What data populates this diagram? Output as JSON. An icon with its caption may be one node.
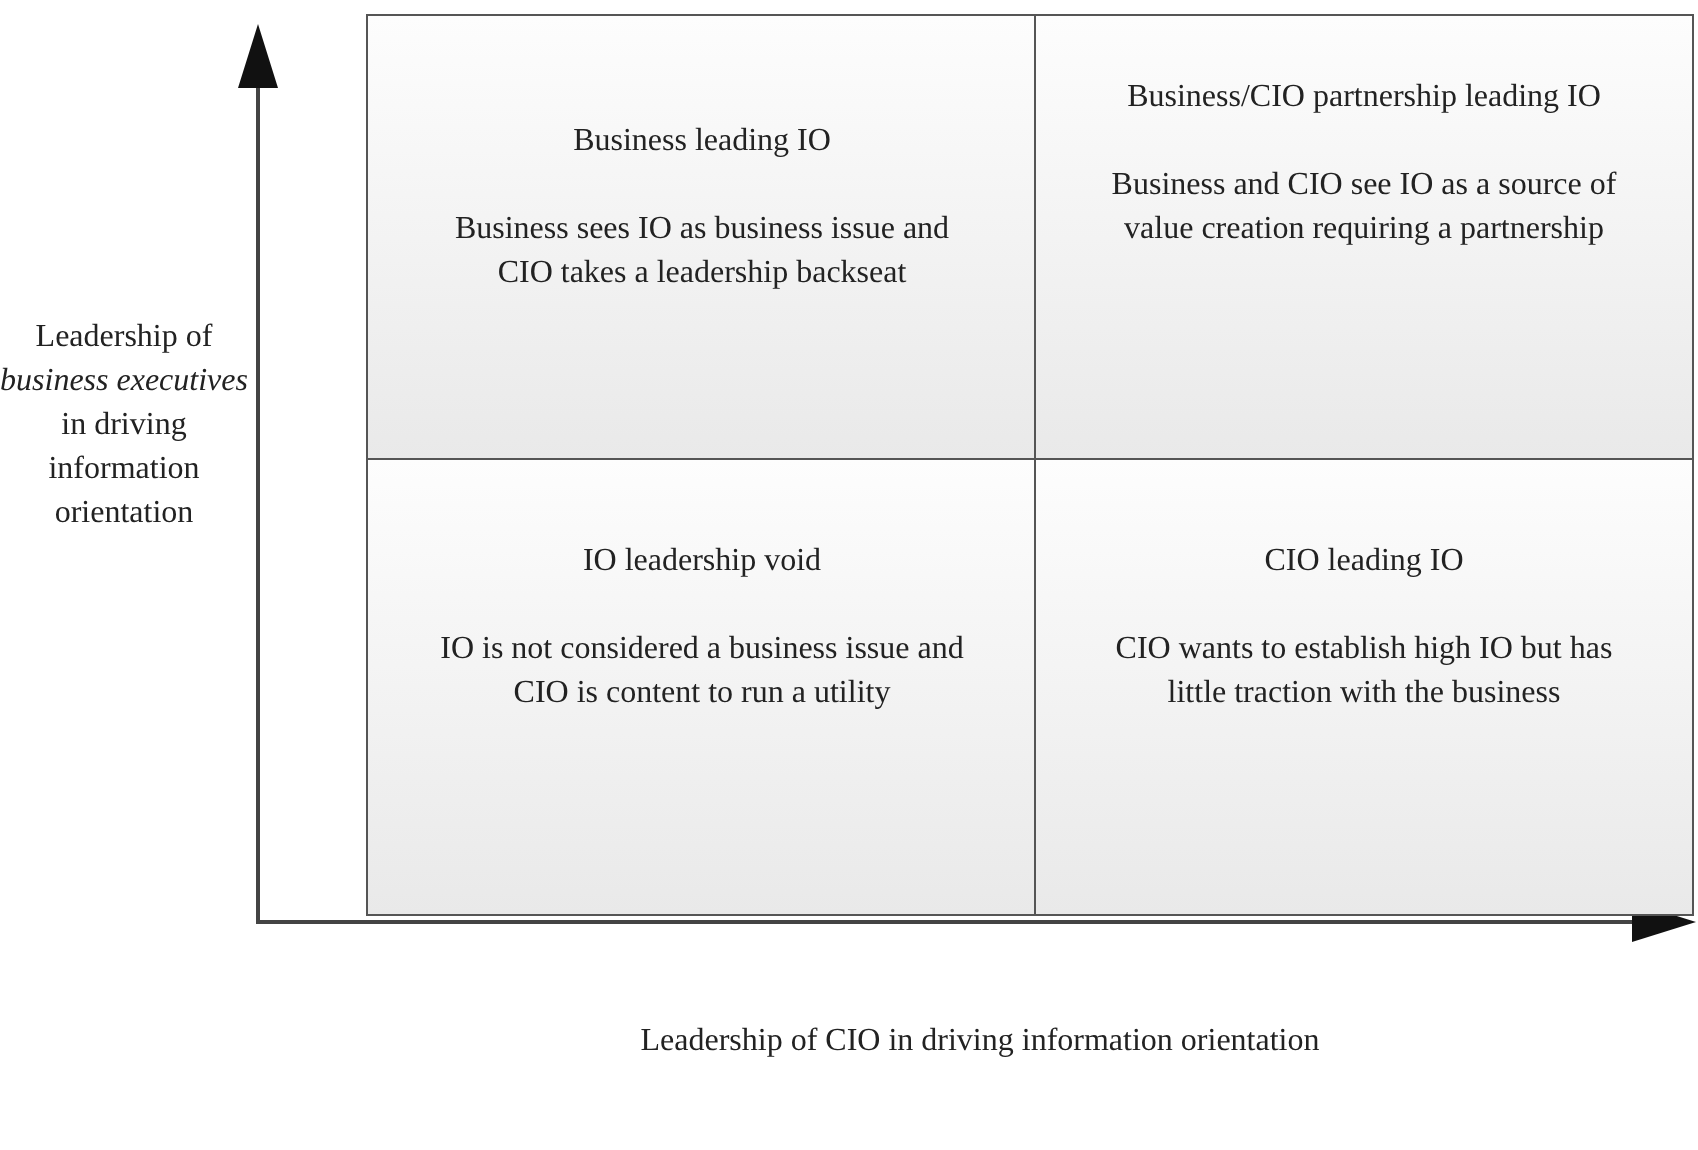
{
  "diagram": {
    "nodes": [
      {
        "text": [
          "Business leading IO",
          "Business sees IO as business issue and CIO takes a leadership backseat"
        ]
      },
      {
        "text": [
          "Business/CIO partnership leading IO",
          "Business and CIO see IO as a source of value creation requiring a partnership"
        ]
      },
      {
        "text": [
          "IO leadership void",
          "IO is not considered a business issue and CIO is content to run a utility"
        ]
      },
      {
        "text": [
          "CIO leading IO",
          "CIO wants to establish high IO but has little traction with the business"
        ]
      }
    ],
    "edges": [],
    "labels": [
      "Leadership of *business executives* in driving information orientation",
      "Leadership of CIO in driving information orientation"
    ]
  }
}
